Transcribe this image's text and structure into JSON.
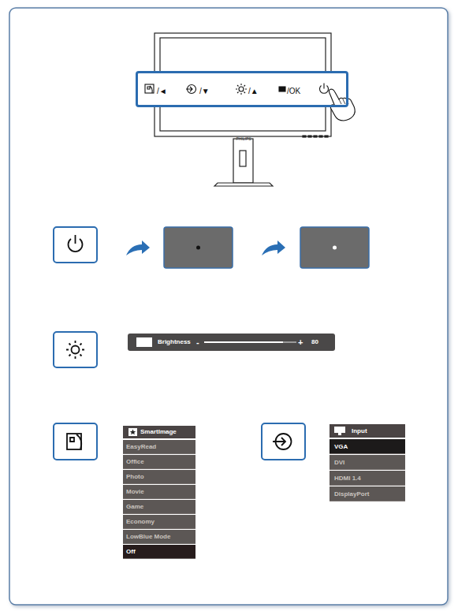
{
  "diagram": {
    "nodes": [
      {
        "text": [
          "/◄",
          "/▼",
          "/▲",
          "/OK"
        ]
      },
      {
        "text": [
          "Brightness",
          "-",
          "+",
          "80"
        ]
      },
      {
        "text": [
          "SmartImage",
          "EasyRead",
          "Office",
          "Photo",
          "Movie",
          "Game",
          "Economy",
          "LowBlue Mode",
          "Off"
        ]
      },
      {
        "text": [
          "Input",
          "VGA",
          "DVI",
          "HDMI 1.4",
          "DisplayPort"
        ]
      }
    ],
    "edges": [],
    "labels": [
      "PHILIPS"
    ]
  }
}
